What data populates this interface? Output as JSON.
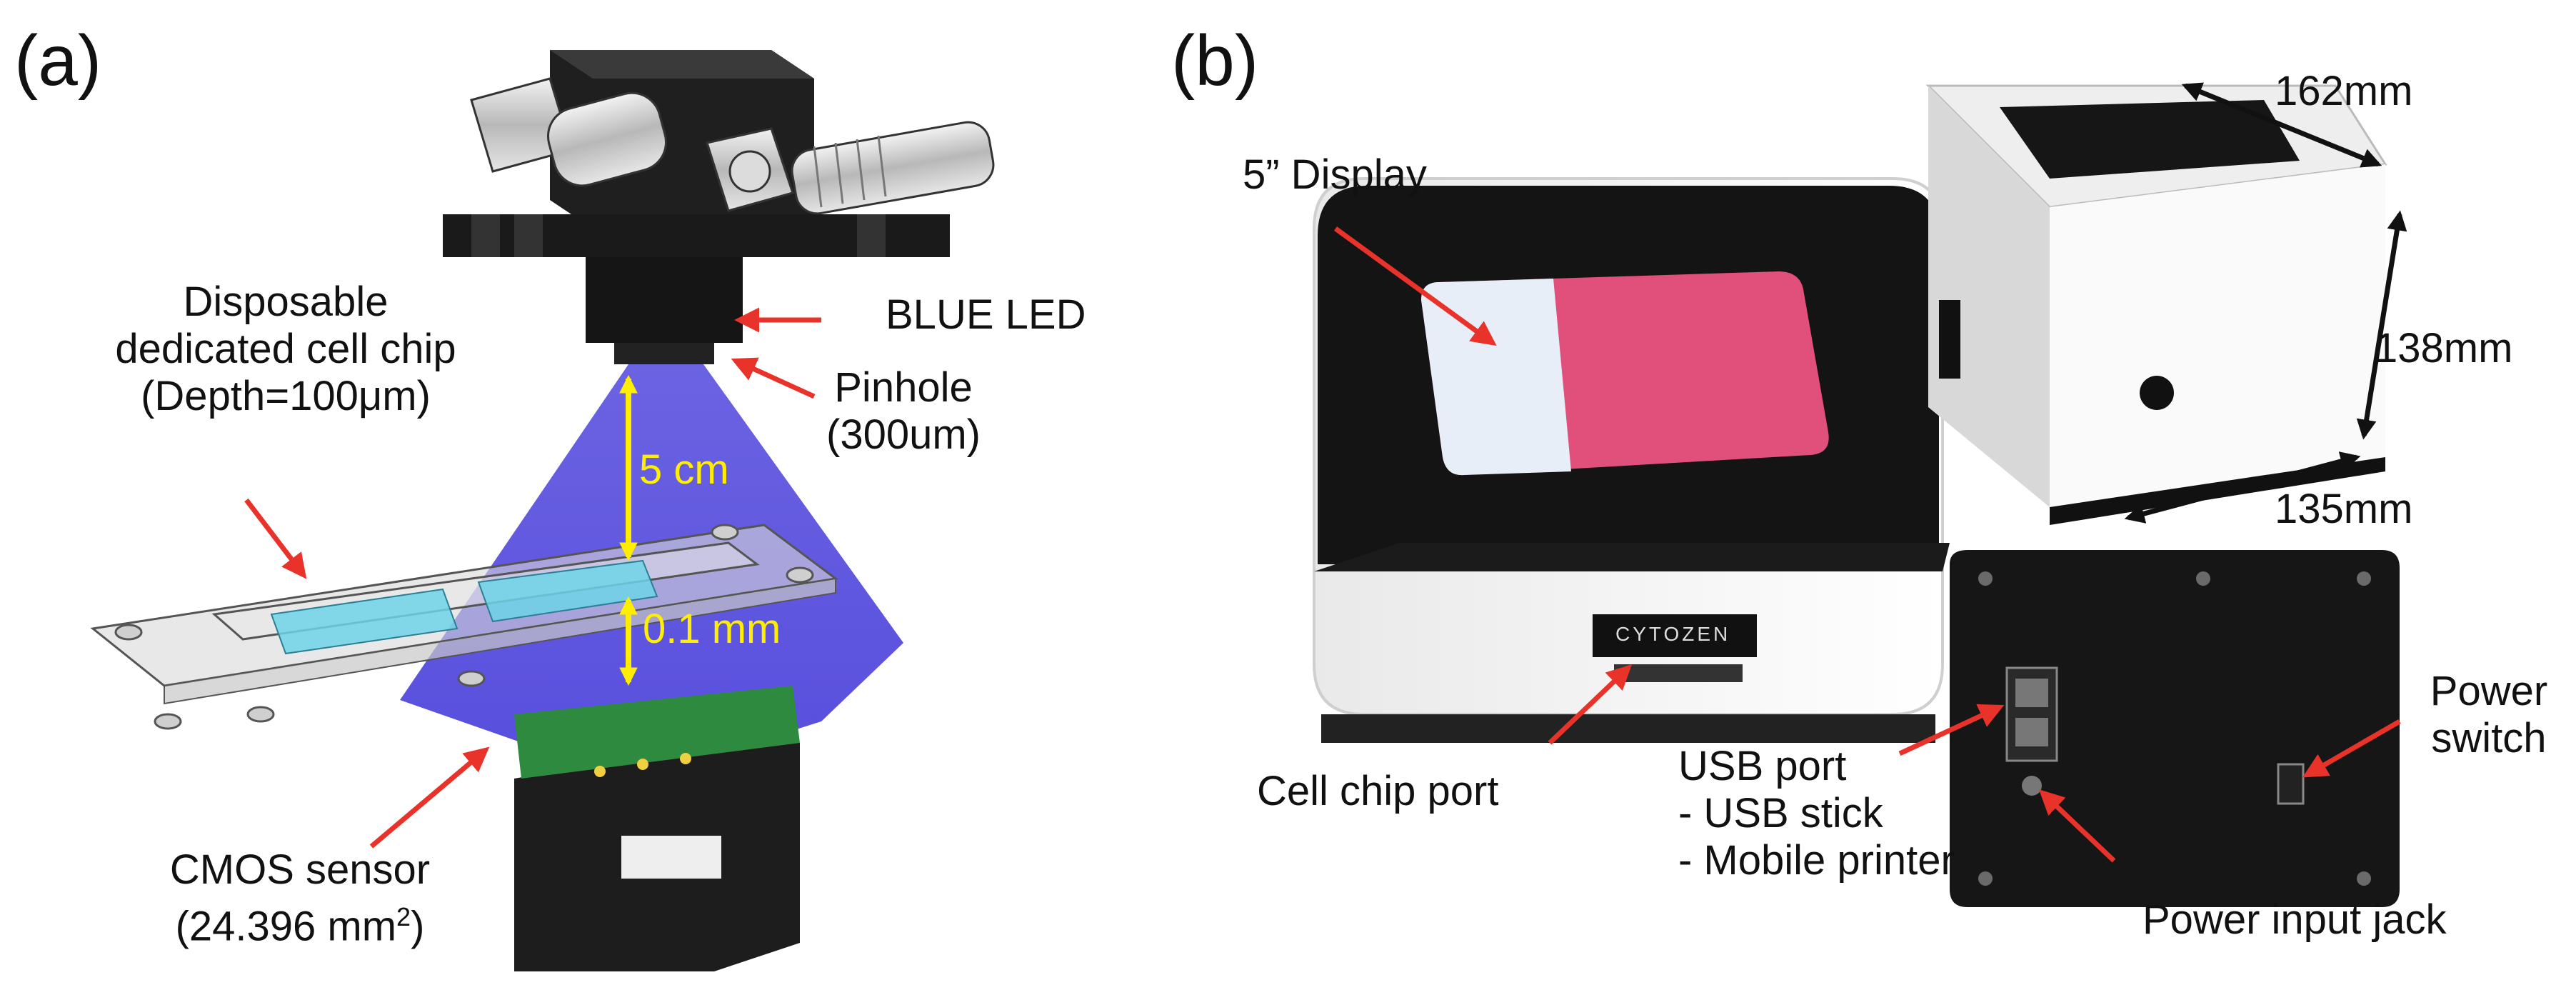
{
  "panel_a": {
    "label": "(a)",
    "labels": {
      "cell_chip_line1": "Disposable",
      "cell_chip_line2": "dedicated cell chip",
      "cell_chip_line3": "(Depth=100μm)",
      "blue_led": "BLUE LED",
      "pinhole_line1": "Pinhole",
      "pinhole_line2": "(300um)",
      "distance_5cm": "5 cm",
      "distance_01mm": "0.1 mm",
      "cmos_line1": "CMOS sensor",
      "cmos_line2_prefix": "(24.396 mm",
      "cmos_line2_sup": "2",
      "cmos_line2_suffix": ")"
    }
  },
  "panel_b": {
    "label": "(b)",
    "labels": {
      "display": "5” Display",
      "cell_chip_port": "Cell chip port",
      "width": "162mm",
      "height": "138mm",
      "depth": "135mm",
      "usb_port_line1": "USB port",
      "usb_port_line2": "- USB stick",
      "usb_port_line3": "- Mobile printer",
      "power_switch_line1": "Power",
      "power_switch_line2": "switch",
      "power_input_jack": "Power input jack",
      "brand": "CYTOZEN"
    }
  },
  "colors": {
    "arrow_red": "#e8322a",
    "yellow_arrow": "#ffee00",
    "light_cone": "#3a2fd8",
    "chip_fluid": "#6fd3e6",
    "display_pink": "#e0507a"
  }
}
